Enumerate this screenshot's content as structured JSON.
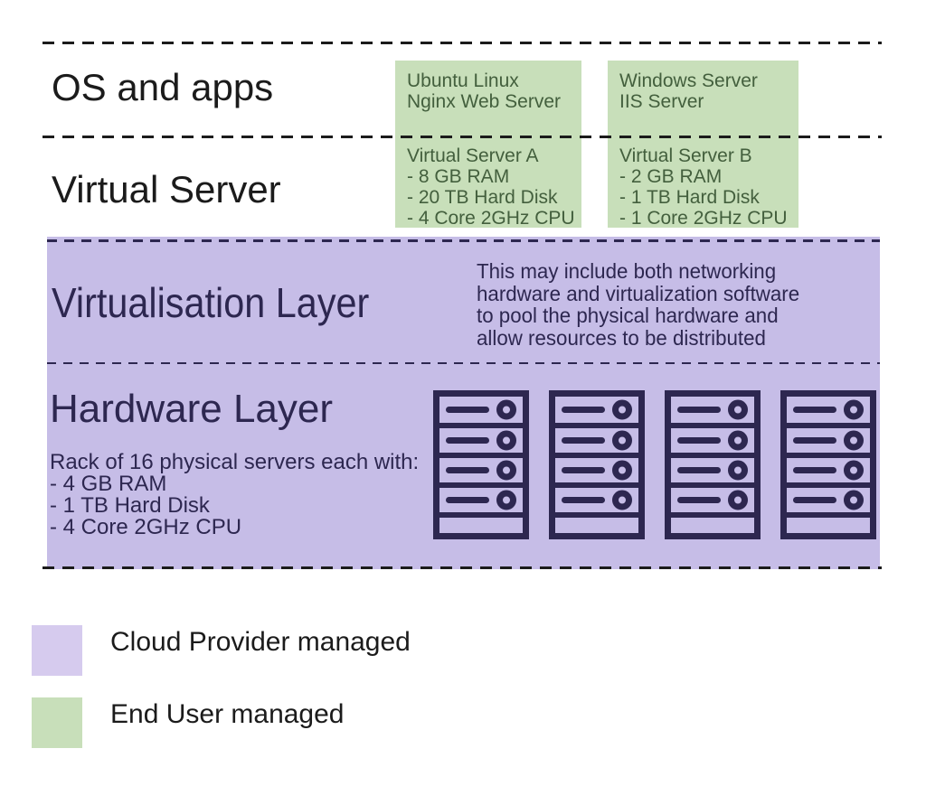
{
  "layers": {
    "os": {
      "label": "OS and apps"
    },
    "virtual_server": {
      "label": "Virtual Server"
    },
    "virtualisation": {
      "label": "Virtualisation Layer",
      "description": [
        "This may include both networking",
        "hardware and virtualization software",
        "to pool the physical hardware and",
        "allow resources to be distributed"
      ]
    },
    "hardware": {
      "label": "Hardware Layer",
      "description": [
        "Rack of 16 physical servers each with:",
        "- 4 GB RAM",
        "- 1 TB Hard Disk",
        "- 4 Core 2GHz CPU"
      ],
      "rack_count": 4,
      "rack_icon": "server-rack-icon"
    }
  },
  "stacks": [
    {
      "os_and_apps": [
        "Ubuntu Linux",
        "Nginx Web Server"
      ],
      "virtual_server": [
        "Virtual Server A",
        "- 8 GB RAM",
        "- 20 TB Hard Disk",
        "- 4 Core 2GHz CPU"
      ]
    },
    {
      "os_and_apps": [
        "Windows Server",
        "IIS Server"
      ],
      "virtual_server": [
        "Virtual Server B",
        "- 2 GB RAM",
        "- 1 TB Hard Disk",
        "- 1 Core 2GHz CPU"
      ]
    }
  ],
  "legend": {
    "items": [
      {
        "label": "Cloud Provider managed",
        "color": "#d6cbee"
      },
      {
        "label": "End User managed",
        "color": "#c8dfba"
      }
    ]
  },
  "colors": {
    "cloud_provider_band": "#c6bde7",
    "end_user_box": "#c8dfba",
    "dark_navy": "#2d2750",
    "green_text": "#435f3d",
    "separator": "#1b1b1b"
  }
}
